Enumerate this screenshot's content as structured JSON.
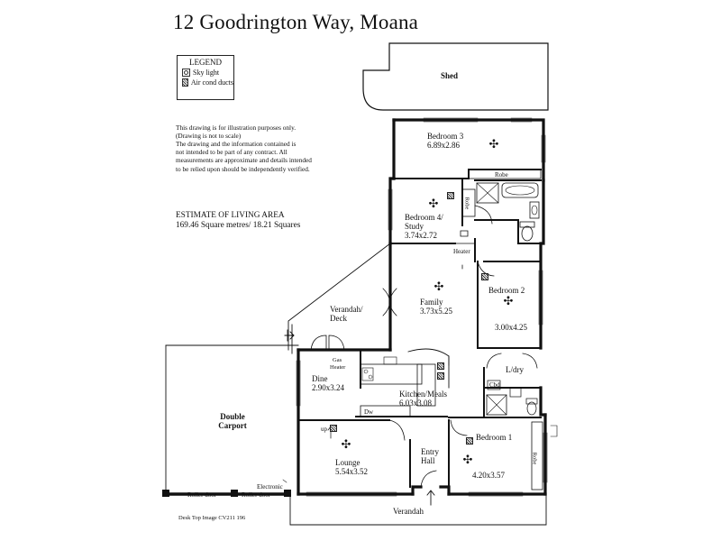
{
  "title": "12 Goodrington Way,  Moana",
  "legend": {
    "heading": "LEGEND",
    "items": [
      {
        "icon": "sky-light-icon",
        "label": "Sky light"
      },
      {
        "icon": "air-cond-duct-icon",
        "label": "Air cond ducts"
      }
    ]
  },
  "disclaimer": [
    "This drawing is for illustration purposes only.",
    "(Drawing is not to scale)",
    "The drawing and the information contained is",
    "not intended to be part of any contract.  All",
    "measurements are approximate and details intended",
    "to be relied upon should be independently verified."
  ],
  "estimate": {
    "heading": "ESTIMATE OF LIVING AREA",
    "value": "169.46 Square metres/  18.21 Squares"
  },
  "rooms": {
    "shed": "Shed",
    "bedroom3": {
      "name": "Bedroom 3",
      "size": "6.89x2.86"
    },
    "robe_b3": "Robe",
    "bedroom4": {
      "name": "Bedroom 4/",
      "name2": "Study",
      "size": "3.74x2.72"
    },
    "robe_b4": "Robe",
    "heater": "Heater",
    "family": {
      "name": "Family",
      "size": "3.73x5.25"
    },
    "bedroom2": {
      "name": "Bedroom 2",
      "size": "3.00x4.25"
    },
    "verandah_deck": {
      "name": "Verandah/",
      "name2": "Deck"
    },
    "gas_heater": {
      "line1": "Gas",
      "line2": "Heater"
    },
    "dine": {
      "name": "Dine",
      "size": "2.90x3.24"
    },
    "kitchen": {
      "name": "Kitchen/Meals",
      "size": "6.03x3.08"
    },
    "ldry": "L/dry",
    "cbd": "Cbd",
    "dw": "Dw",
    "up": "up",
    "double_carport": {
      "name": "Double",
      "name2": "Carport"
    },
    "lounge": {
      "name": "Lounge",
      "size": "5.54x3.52"
    },
    "entry_hall": {
      "name": "Entry",
      "name2": "Hall"
    },
    "bedroom1": {
      "name": "Bedroom 1",
      "size": "4.20x3.57"
    },
    "robe_b1": "Robe",
    "verandah": "Verandah",
    "roller_door": "Roller door",
    "electronic_roller_door": {
      "line1": "Electronic",
      "line2": "Roller door"
    }
  },
  "footer_note": "Desk Top Image   CV211 196"
}
